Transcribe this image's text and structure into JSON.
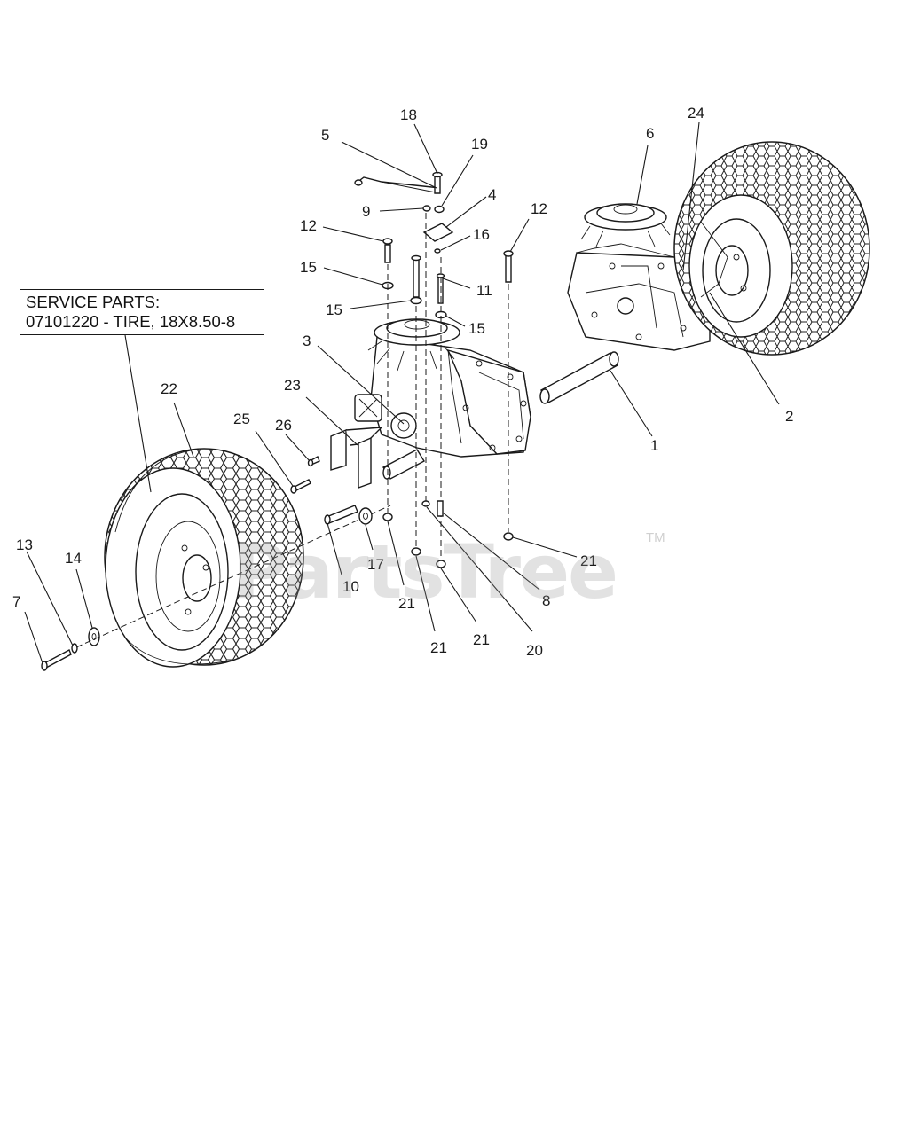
{
  "service_parts": {
    "heading": "SERVICE PARTS:",
    "line": "07101220 - TIRE, 18X8.50-8"
  },
  "watermark": {
    "text": "PartsTree",
    "trademark": "TM"
  },
  "callouts": {
    "c1": "1",
    "c2": "2",
    "c3": "3",
    "c4": "4",
    "c5": "5",
    "c6": "6",
    "c7": "7",
    "c8": "8",
    "c9": "9",
    "c10": "10",
    "c11": "11",
    "c12a": "12",
    "c12b": "12",
    "c13": "13",
    "c14": "14",
    "c15a": "15",
    "c15b": "15",
    "c15c": "15",
    "c16": "16",
    "c17": "17",
    "c18": "18",
    "c19": "19",
    "c20": "20",
    "c21a": "21",
    "c21b": "21",
    "c21c": "21",
    "c21d": "21",
    "c22": "22",
    "c23": "23",
    "c24": "24",
    "c25": "25",
    "c26": "26"
  }
}
